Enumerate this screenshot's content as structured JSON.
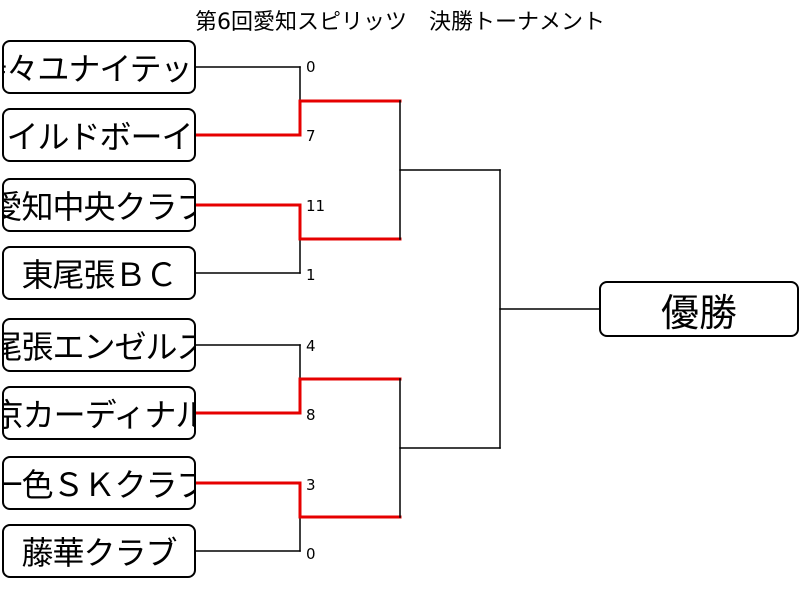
{
  "title": "第6回愛知スピリッツ　決勝トーナメント",
  "colors": {
    "winner_line": "#e60000",
    "line": "#000000"
  },
  "teams": [
    {
      "name": "寿々ユナイテッド",
      "score": "0"
    },
    {
      "name": "ワイルドボーイズ",
      "score": "7"
    },
    {
      "name": "愛知中央クラブ",
      "score": "11"
    },
    {
      "name": "東尾張ＢＣ",
      "score": "1"
    },
    {
      "name": "尾張エンゼルス",
      "score": "4"
    },
    {
      "name": "中京カーディナルス",
      "score": "8"
    },
    {
      "name": "一色ＳＫクラブ",
      "score": "3"
    },
    {
      "name": "藤華クラブ",
      "score": "0"
    }
  ],
  "first_round_winners": [
    1,
    2,
    5,
    6
  ],
  "final": {
    "label": "優勝"
  }
}
